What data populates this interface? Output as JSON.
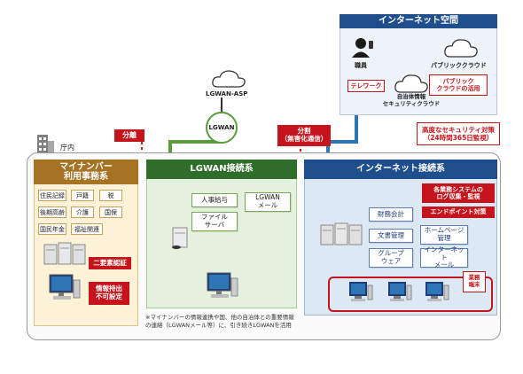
{
  "internet_space": {
    "title": "インターネット空間",
    "staff": "職員",
    "public_cloud": "パブリッククラウド",
    "telework": "テレワーク",
    "public_cloud_use": "パブリック\nクラウドの活用",
    "security_cloud": "自治体情報\nセキュリティクラウド"
  },
  "lgwan_asp": "LGWAN-ASP",
  "lgwan": "LGWAN",
  "separation": "分離",
  "split": "分割\n（無害化通信）",
  "office": "庁内",
  "advanced_security": "高度なセキュリティ対策\n（24時間365日監視）",
  "mynumber": {
    "header": "マイナンバー\n利用事務系",
    "items": [
      "住民記録",
      "戸籍",
      "税",
      "後期高齢",
      "介護",
      "国保",
      "国民年金",
      "福祉関連"
    ],
    "two_factor": "二要素認証",
    "no_export": "情報持出\n不可設定"
  },
  "lgwan_section": {
    "header": "LGWAN接続系",
    "items": [
      "人事給与",
      "LGWAN\nメール",
      "ファイル\nサーバ"
    ]
  },
  "internet_section": {
    "header": "インターネット接続系",
    "log_collection": "各業務システムの\nログ収集・監視",
    "endpoint": "エンドポイント対策",
    "items": [
      "財務会計",
      "文書管理",
      "ホームページ\n管理",
      "グループ\nウェア",
      "インターネット\nメール"
    ],
    "terminals": "業務\n端末"
  },
  "footnote": "※マイナンバーの情報連携や国、他の自治体との重要情報\nの連絡（LGWANメール等）に、引き続きLGWANを活用",
  "colors": {
    "mynumber_header": "#a67324",
    "lgwan_header": "#2f6e2a",
    "internet_header": "#1f4e8c",
    "alert_red": "#c5141b",
    "line_green": "#5c9a3e",
    "line_blue": "#2e75b6"
  }
}
